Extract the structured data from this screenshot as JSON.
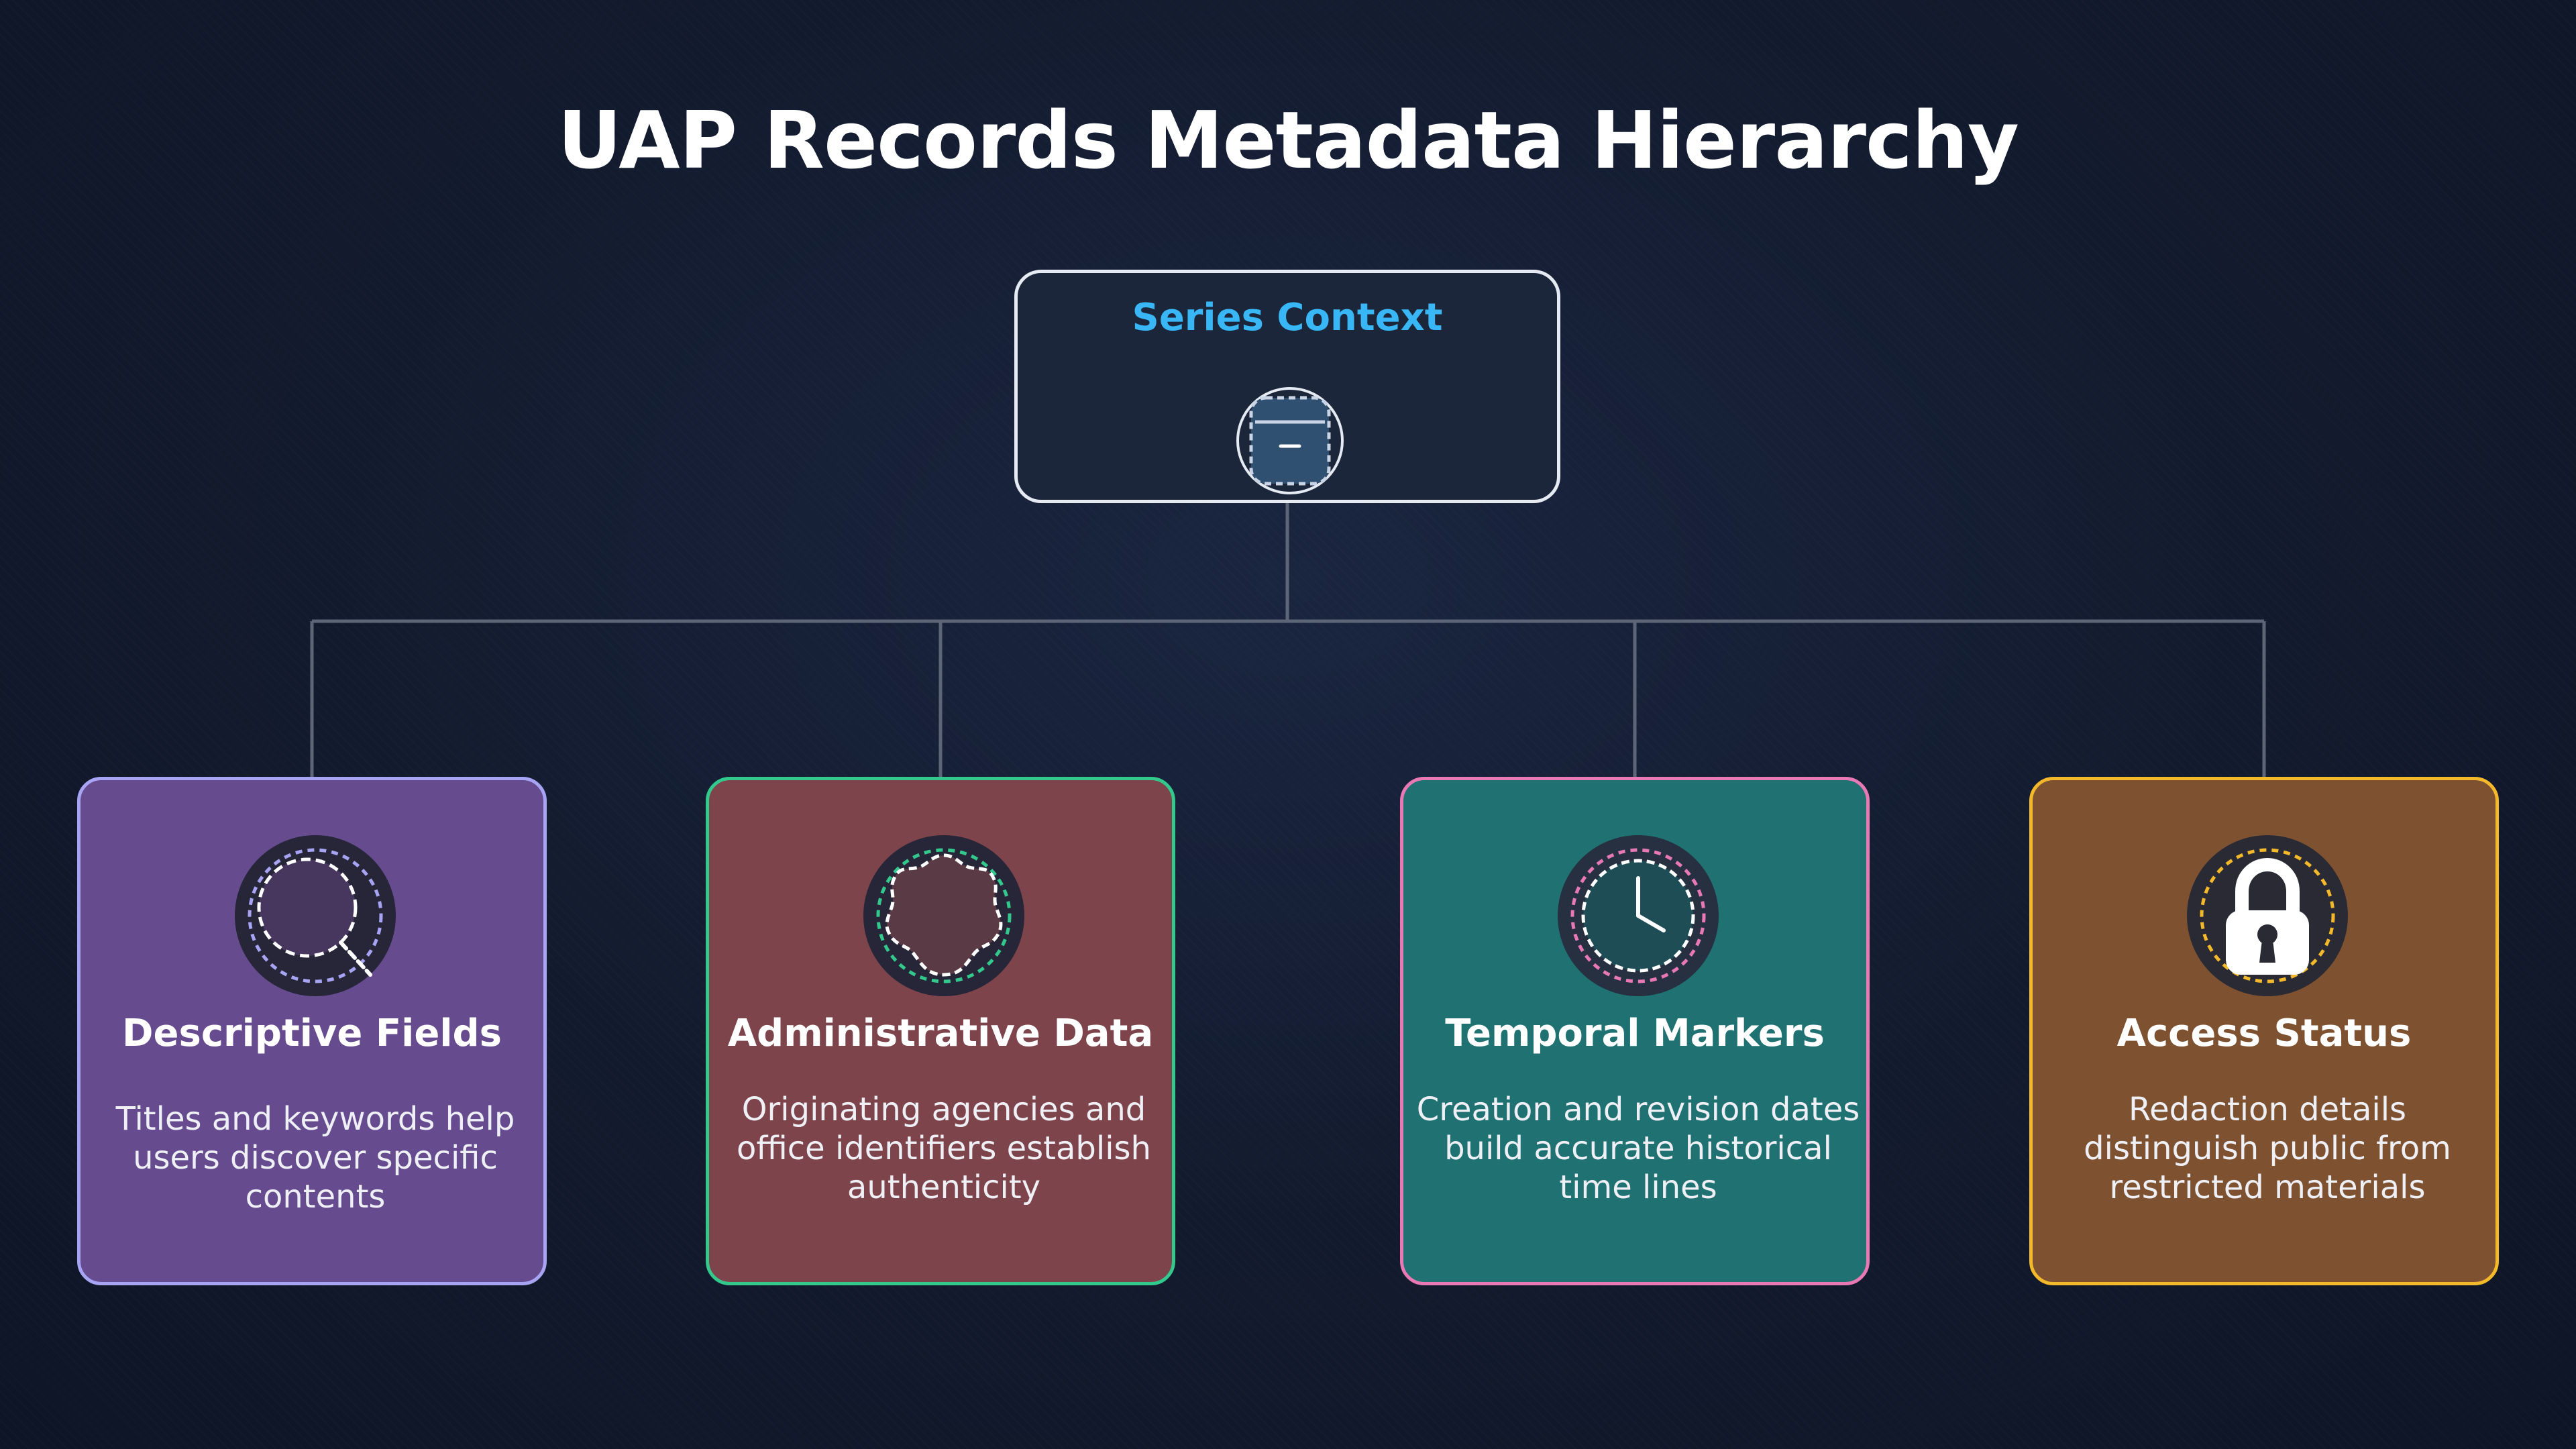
{
  "title": "UAP Records Metadata Hierarchy",
  "root": {
    "label": "Series Context",
    "icon": "archive-box-icon",
    "accent": "#38b6f5"
  },
  "children": [
    {
      "label": "Descriptive Fields",
      "description": "Titles and keywords help users discover specific contents",
      "icon": "magnifying-glass-icon",
      "fill": "#664b8f",
      "border": "#a7a5f3"
    },
    {
      "label": "Administrative Data",
      "description": "Originating agencies and office identifiers establish authenticity",
      "icon": "seal-badge-icon",
      "fill": "#7e444b",
      "border": "#33c98d"
    },
    {
      "label": "Temporal Markers",
      "description": "Creation and revision dates build accurate historical time lines",
      "icon": "clock-icon",
      "fill": "#207272",
      "border": "#e879b5"
    },
    {
      "label": "Access Status",
      "description": "Redaction details distinguish public from restricted materials",
      "icon": "padlock-icon",
      "fill": "#7e5230",
      "border": "#f3b92a"
    }
  ]
}
